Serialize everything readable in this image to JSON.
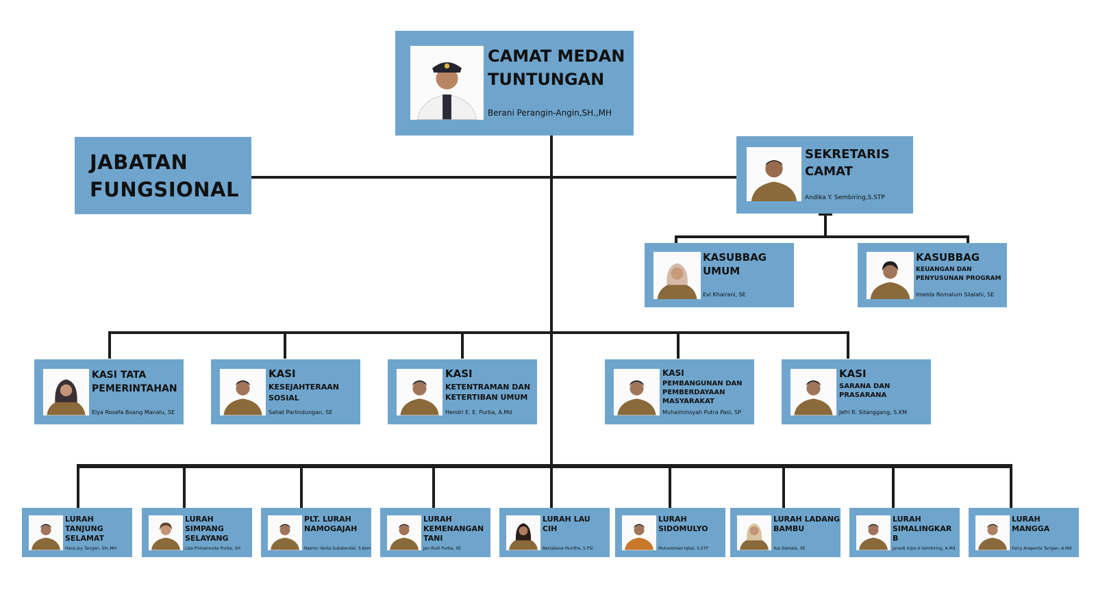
{
  "camat": {
    "title": "CAMAT MEDAN TUNTUNGAN",
    "name": "Berani Perangin-Angin,SH.,MH",
    "photo": "official-white-uniform-portrait"
  },
  "fungsional": {
    "title": "JABATAN FUNGSIONAL"
  },
  "sekcam": {
    "title": "SEKRETARIS CAMAT",
    "name": "Andika Y. Sembiring,S.STP",
    "photo": "staff-portrait"
  },
  "kasubbag": [
    {
      "title": "KASUBBAG",
      "sub": "UMUM",
      "name": "Evi Khairani, SE"
    },
    {
      "title": "KASUBBAG",
      "sub": "KEUANGAN DAN PENYUSUNAN PROGRAM",
      "name": "Imelda Romalum Silalahi, SE"
    }
  ],
  "kasi": [
    {
      "title": "KASI TATA PEMERINTAHAN",
      "sub": "",
      "name": "Elya Rosefa Boang Manalu, SE"
    },
    {
      "title": "KASI",
      "sub": "KESEJAHTERAAN SOSIAL",
      "name": "Sahat Parlindungan, SE"
    },
    {
      "title": "KASI",
      "sub": "KETENTRAMAN DAN KETERTIBAN UMUM",
      "name": "Hendri E. E. Purba, A.Md"
    },
    {
      "title": "KASI",
      "sub": "PEMBANGUNAN DAN PEMBERDAYAAN MASYARAKAT",
      "name": "Muhaiminsyah Putra Pasi, SP"
    },
    {
      "title": "KASI",
      "sub": "SARANA DAN PRASARANA",
      "name": "Jefri R. Sitanggang, S.KM"
    }
  ],
  "lurah": [
    {
      "title": "LURAH TANJUNG SELAMAT",
      "name": "Hans Joy Tarigan, SH.,MH"
    },
    {
      "title": "LURAH SIMPANG SELAYANG",
      "name": "Lisa Primanovita Purba, SH"
    },
    {
      "title": "PLT. LURAH NAMOGAJAH",
      "name": "Nesron Yanta Sukatendel, S.Kom"
    },
    {
      "title": "LURAH KEMENANGAN TANI",
      "name": "Jan Rudi Purba, SE"
    },
    {
      "title": "LURAH LAU CIH",
      "name": "Bertaliana Munthe, S.PSi"
    },
    {
      "title": "LURAH SIDOMULYO",
      "name": "Muhammad Iqbal, S.STP"
    },
    {
      "title": "LURAH LADANG BAMBU",
      "name": "Yus Gemala, SE"
    },
    {
      "title": "LURAH SIMALINGKAR B",
      "name": "Junedi Irijos II Sembiring, A.Md"
    },
    {
      "title": "LURAH MANGGA",
      "name": "Ferry Arapenta Tarigan, A.Md"
    }
  ],
  "colors": {
    "box": "#6fa5cd",
    "line": "#1c1c1c",
    "uniform": "#8a6a3a",
    "white_uniform": "#f2f2f2"
  }
}
